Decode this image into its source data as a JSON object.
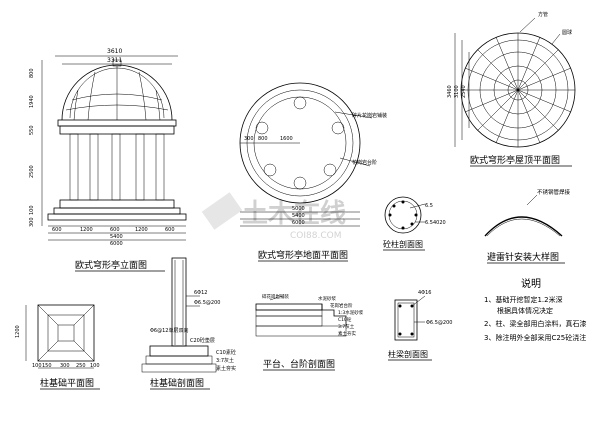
{
  "drawings": {
    "elevation": {
      "title": "欧式穹形亭立面图",
      "dims_top": [
        "3610",
        "3311"
      ],
      "dims_left": [
        "800",
        "1940",
        "550",
        "2500",
        "100",
        "300"
      ],
      "dims_bottom": [
        "600",
        "1200",
        "600",
        "1200",
        "600"
      ],
      "dims_bottom_total": [
        "5400",
        "6000"
      ]
    },
    "floor_plan": {
      "title": "欧式穹形亭地面平面图",
      "note_tile": "碎片花岗岩铺装",
      "note_step": "花岗岩台阶",
      "dims_a": [
        "300",
        "800",
        "1600"
      ],
      "dims_b": [
        "5000",
        "5400",
        "6000"
      ]
    },
    "roof_plan": {
      "title": "欧式穹形亭屋顶平面图",
      "label_square_pipe": "方管",
      "label_ball": "圆球",
      "dims": [
        "3460",
        "3100",
        "2540"
      ]
    },
    "lightning": {
      "title": "避雷针安装大样图",
      "label": "不锈钢管焊接"
    },
    "column_section": {
      "title": "砼柱剖面图",
      "label1": "6.54020",
      "label2": "6.5"
    },
    "notes": {
      "title": "说明",
      "items": [
        "1、基础开挖暂定1.2米深",
        "根据具体情况决定",
        "2、柱、梁全部用白涂料，真石漆",
        "3、除注明外全部采用C25砼浇注"
      ]
    },
    "footing_plan": {
      "title": "柱基础平面图",
      "dims_side": [
        "1200"
      ],
      "dims_bottom": [
        "100",
        "150",
        "300",
        "250",
        "100"
      ]
    },
    "footing_section": {
      "title": "柱基础剖面图",
      "labels": [
        "6Φ12",
        "Φ6.5@200",
        "Φ6@12单层双向",
        "C20砼垫层",
        "C10素砼",
        "3:7灰土",
        "素土夯实"
      ]
    },
    "platform_section": {
      "title": "平台、台阶剖面图",
      "labels": [
        "碎花岗岩铺装",
        "水泥砂浆",
        "花岗岩台阶",
        "1:3水泥砂浆",
        "C10砼",
        "3:7灰土",
        "素土夯实"
      ]
    },
    "beam_section": {
      "title": "柱梁剖面图",
      "labels": [
        "4Φ16",
        "Φ6.5@200"
      ]
    }
  },
  "watermark": "土木在线",
  "watermark_sub": "COI88.COM"
}
